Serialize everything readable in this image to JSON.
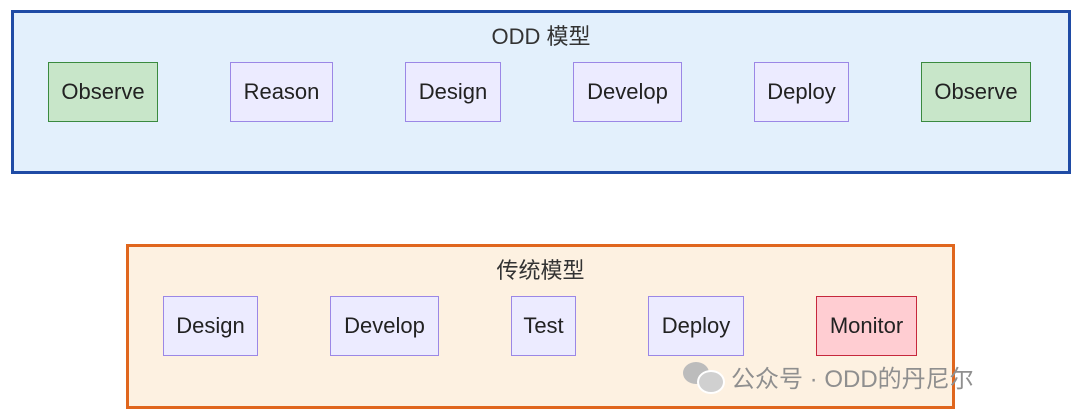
{
  "odd_group": {
    "title": "ODD 模型",
    "nodes": [
      {
        "label": "Observe",
        "style": "green"
      },
      {
        "label": "Reason",
        "style": "purple"
      },
      {
        "label": "Design",
        "style": "purple"
      },
      {
        "label": "Develop",
        "style": "purple"
      },
      {
        "label": "Deploy",
        "style": "purple"
      },
      {
        "label": "Observe",
        "style": "green"
      }
    ]
  },
  "trad_group": {
    "title": "传统模型",
    "nodes": [
      {
        "label": "Design",
        "style": "purple"
      },
      {
        "label": "Develop",
        "style": "purple"
      },
      {
        "label": "Test",
        "style": "purple"
      },
      {
        "label": "Deploy",
        "style": "purple"
      },
      {
        "label": "Monitor",
        "style": "red"
      }
    ]
  },
  "colors": {
    "odd_background": "#e3f0fc",
    "odd_border": "#1f4ba5",
    "trad_background": "#fdf1e1",
    "trad_border": "#e0661d",
    "node_purple": "#ecebff",
    "node_green": "#c8e6c9",
    "node_red": "#ffcdd2",
    "arrow": "#333333"
  },
  "watermark": {
    "text": "公众号 · ODD的丹尼尔",
    "icon": "wechat-icon"
  }
}
